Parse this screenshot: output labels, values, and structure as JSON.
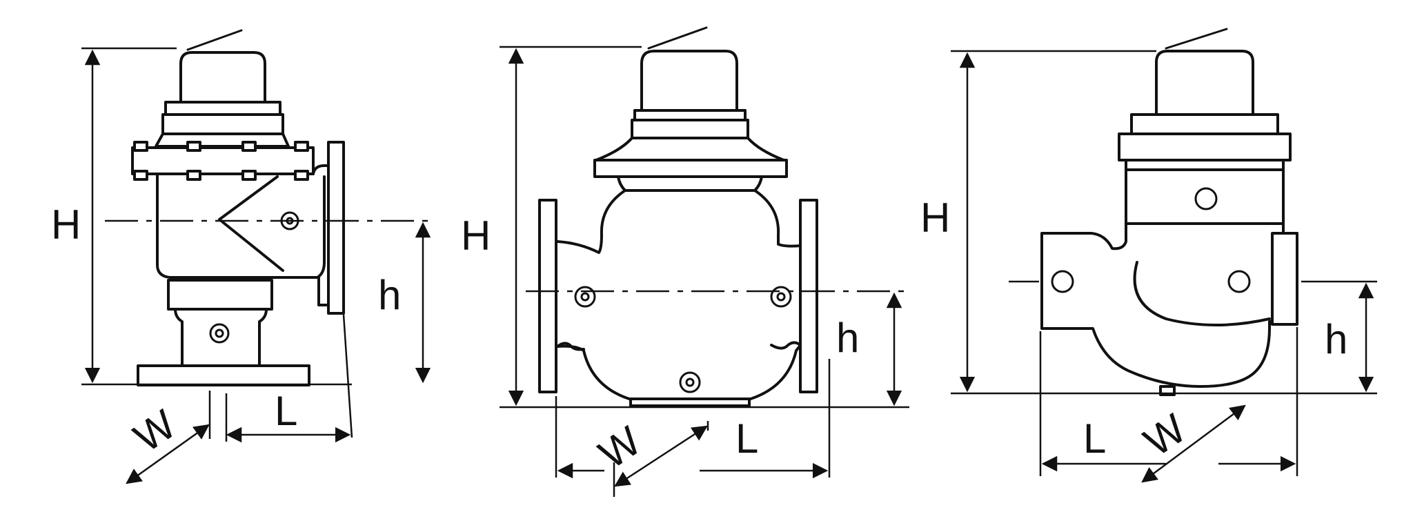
{
  "labels": {
    "height": "H",
    "inlet_height": "h",
    "length": "L",
    "width": "W"
  },
  "colors": {
    "line": "#111111",
    "background": "#ffffff"
  }
}
